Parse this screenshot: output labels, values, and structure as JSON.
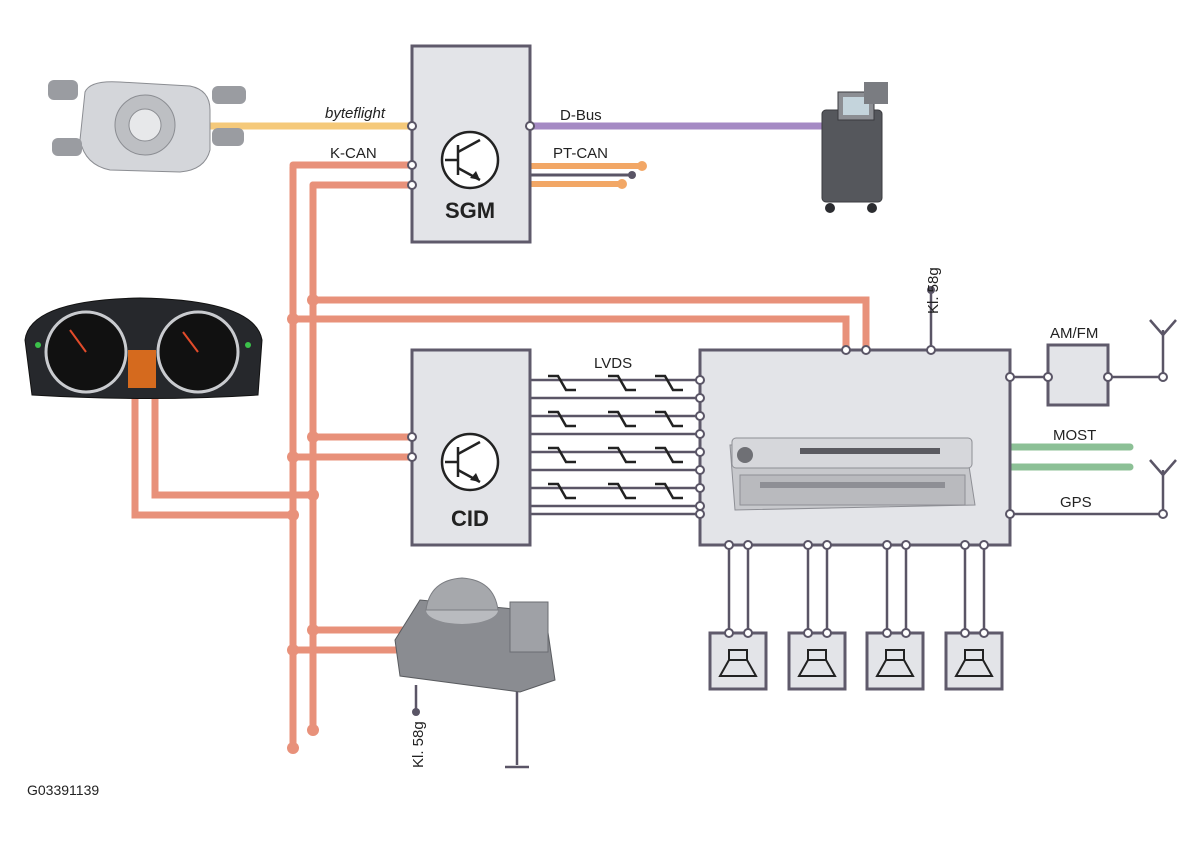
{
  "figure_id": "G03391139",
  "modules": {
    "sgm": {
      "label": "SGM"
    },
    "cid": {
      "label": "CID"
    },
    "amfm": {
      "label": "AM/FM"
    }
  },
  "buses": {
    "byteflight": "byteflight",
    "dbus": "D-Bus",
    "kcan": "K-CAN",
    "ptcan": "PT-CAN",
    "lvds": "LVDS",
    "most": "MOST",
    "gps": "GPS"
  },
  "terminals": {
    "kl58g_top": "Kl. 58g",
    "kl58g_bottom": "Kl. 58g"
  },
  "colors": {
    "kcan": "#e8917a",
    "byteflight": "#f5c97a",
    "dbus": "#a58ac4",
    "ptcan": "#f2a766",
    "most": "#8cc096",
    "wire": "#5a5566",
    "box_fill": "#e3e4e8",
    "box_stroke": "#5f5a6b"
  }
}
